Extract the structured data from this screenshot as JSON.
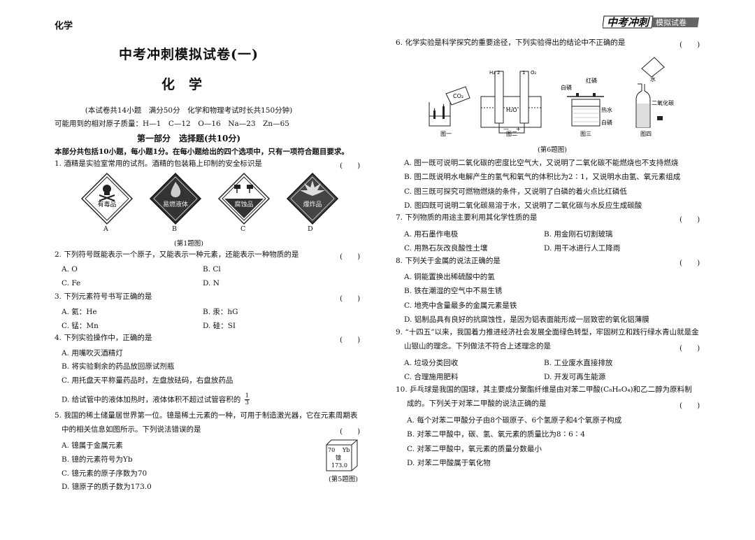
{
  "header": {
    "subject_tag": "化学",
    "brand": "中考冲刺",
    "brand_sub": "模拟试卷"
  },
  "title": "中考冲刺模拟试卷(一)",
  "subject": "化学",
  "info": "(本试卷共14小题　满分50分　化学和物理考试时长共150分钟)",
  "atomic_mass": "可能用到的相对原子质量：H—1　C—12　O—16　Na—23　Zn—65",
  "part1": "第一部分　选择题(共10分)",
  "instructions": "本部分共包括10小题，每小题1分。在每小题给出的四个选项中，只有一项符合题目要求。",
  "paren": "(　　)",
  "q1": {
    "stem": "1. 酒精是实验室常用的试剂。酒精的包装箱上印制的安全标识是",
    "signs": [
      "有毒品",
      "易燃液体",
      "腐蚀品",
      "爆炸品"
    ],
    "letters": [
      "A",
      "B",
      "C",
      "D"
    ],
    "caption": "(第1题图)"
  },
  "q2": {
    "stem": "2. 下列符号既能表示一个原子，又能表示一种元素，还能表示一种物质的是",
    "options": [
      "A. O",
      "B. Cl",
      "C. Fe",
      "D. N"
    ]
  },
  "q3": {
    "stem": "3. 下列元素符号书写正确的是",
    "options": [
      "A. 氦：He",
      "B. 汞：hG",
      "C. 锰：Mn",
      "D. 硅：SI"
    ]
  },
  "q4": {
    "stem": "4. 下列实验操作中，正确的是",
    "options": [
      "A. 用嘴吹灭酒精灯",
      "B. 将实验剩余的药品放回原试剂瓶",
      "C. 用托盘天平称量药品时，左盘放砝码，右盘放药品",
      "D. 给试管中的液体加热时，液体体积不超过试管容积的"
    ],
    "frac_num": "1",
    "frac_den": "3"
  },
  "q5": {
    "stem1": "5. 我国的稀土储量居世界第一位。镱是稀土元素的一种，可用于制造激光器，它在元素周期表",
    "stem2": "中的相关信息如图所示。下列说法错误的是",
    "options": [
      "A. 镱属于金属元素",
      "B. 镱的元素符号为Yb",
      "C. 镱元素的原子序数为70",
      "D. 镱原子的质子数为173.0"
    ],
    "cell": {
      "number": "70",
      "symbol": "Yb",
      "name": "镱",
      "mass": "173.0"
    },
    "caption": "(第5题图)"
  },
  "q6": {
    "stem": "6. 化学实验是科学探究的重要途径，下列实验得出的结论中不正确的是",
    "fig_labels": {
      "co2": "CO₂",
      "h2": "H₂",
      "o2": "O₂",
      "h2o": "H₂O",
      "n2": "2",
      "n1": "1",
      "white_p": "白磷",
      "red_p": "红磷",
      "hot_water": "热水",
      "white_p2": "白磷",
      "water": "水",
      "co2_word": "二氧化碳",
      "minus": "—",
      "plus": "+"
    },
    "figs": [
      "图一",
      "图二",
      "图三",
      "图四"
    ],
    "caption": "(第6题图)",
    "options": [
      "A. 图一既可说明二氧化碳的密度比空气大，又说明了二氧化碳不能燃烧也不支持燃烧",
      "B. 图二既说明水电解产生的氢气和氧气的体积比为2∶1，又说明水由氢、氧元素组成",
      "C. 图三既可探究可燃物燃烧的条件，又说明了白磷的着火点比红磷低",
      "D. 图四既可说明二氧化碳易溶于水，又说明了二氧化碳与水反应生成碳酸"
    ]
  },
  "q7": {
    "stem": "7. 下列物质的用途主要利用其化学性质的是",
    "options": [
      "A. 用石墨作电极",
      "B. 用金刚石切割玻璃",
      "C. 用熟石灰改良酸性土壤",
      "D. 用干冰进行人工降雨"
    ]
  },
  "q8": {
    "stem": "8. 下列关于金属的说法正确的是",
    "options": [
      "A. 铜能置换出稀硫酸中的氢",
      "B. 铁在潮湿的空气中不易生锈",
      "C. 地壳中含量最多的金属元素是铁",
      "D. 铝制品具有良好的抗腐蚀性，是因为铝表面能形成一层致密的氧化铝薄膜"
    ]
  },
  "q9": {
    "stem1": "9. “十四五”以来，我国着力推进经济社会发展全面绿色转型，牢固树立和践行绿水青山就是金",
    "stem2": "山银山的理念。下列做法不符合上述理念的是",
    "options": [
      "A. 垃圾分类回收",
      "B. 工业废水直接排放",
      "C. 合理施用肥料",
      "D. 开发可再生能源"
    ]
  },
  "q10": {
    "stem1": "10. 乒乓球是我国的国球，其主要成分聚酯纤维是由对苯二甲酸(C₈H₆O₄)和乙二醇为原料制",
    "stem2": "成的。下列关于对苯二甲酸的说法正确的是",
    "options": [
      "A. 每个对苯二甲酸分子由8个碳原子、6个氢原子和4个氧原子构成",
      "B. 对苯二甲酸中，碳、氢、氧元素的质量比为8∶6∶4",
      "C. 对苯二甲酸中，氧元素的质量分数最小",
      "D. 对苯二甲酸属于氧化物"
    ]
  }
}
